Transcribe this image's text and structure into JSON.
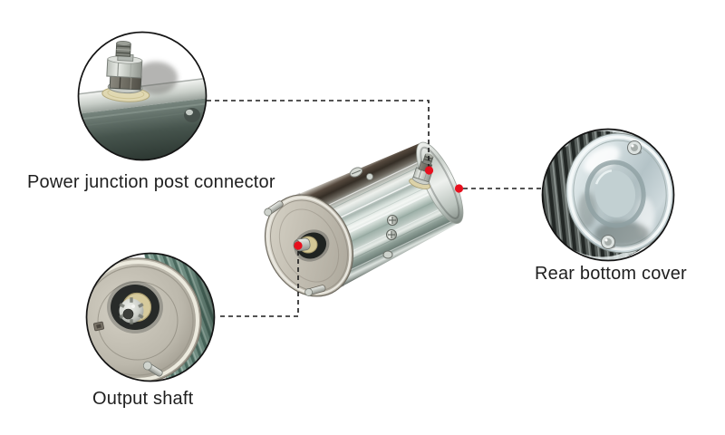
{
  "figure": {
    "background": "#ffffff"
  },
  "colors": {
    "marker_red": "#e8101e",
    "line": "#1c1c1c",
    "text": "#1f1f1f"
  },
  "callouts": [
    {
      "id": "power-junction-post-connector",
      "label": "Power junction post connector"
    },
    {
      "id": "output-shaft",
      "label": "Output shaft"
    },
    {
      "id": "rear-bottom-cover",
      "label": "Rear bottom cover"
    }
  ]
}
